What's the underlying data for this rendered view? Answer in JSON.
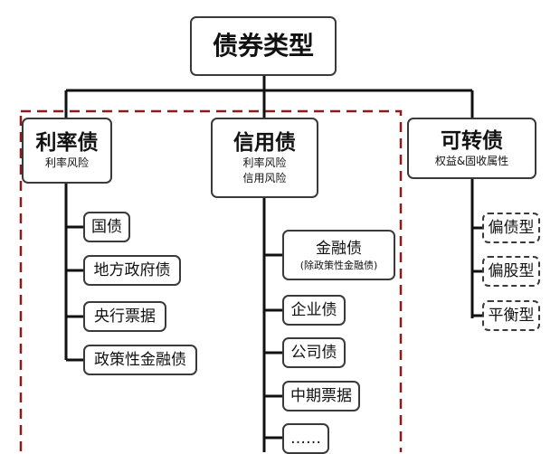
{
  "root": {
    "title": "债券类型"
  },
  "categories": [
    {
      "title": "利率债",
      "subtitle_lines": [
        "利率风险"
      ],
      "items": [
        "国债",
        "地方政府债",
        "央行票据",
        "政策性金融债"
      ]
    },
    {
      "title": "信用债",
      "subtitle_lines": [
        "利率风险",
        "信用风险"
      ],
      "items": [
        {
          "main": "金融债",
          "note": "(除政策性金融债)"
        },
        "企业债",
        "公司债",
        "中期票据",
        "……"
      ]
    },
    {
      "title": "可转债",
      "subtitle_lines": [
        "权益&固收属性"
      ],
      "items": [
        "偏债型",
        "偏股型",
        "平衡型"
      ]
    }
  ],
  "colors": {
    "line": "#111111",
    "border": "#3a3a3a",
    "highlight_dash": "#8b1a1a"
  }
}
